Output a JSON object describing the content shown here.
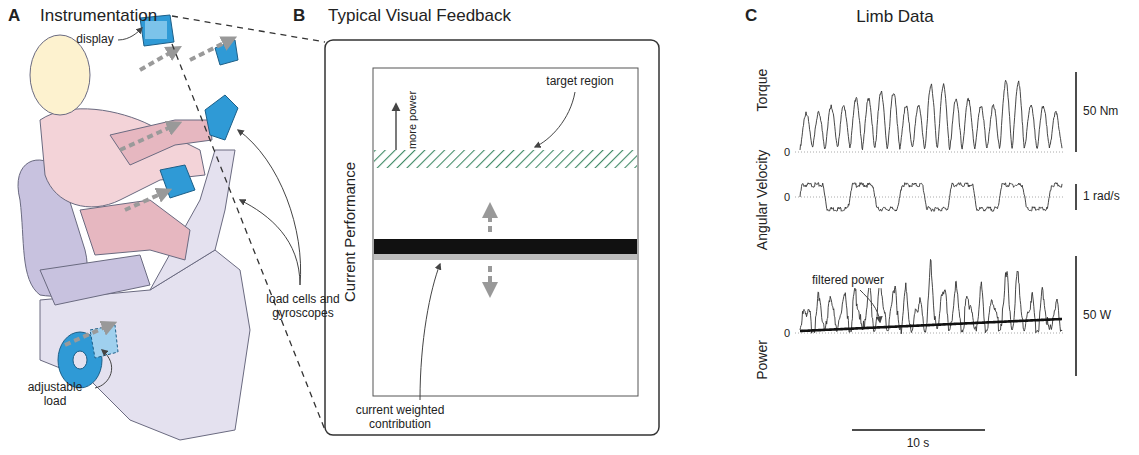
{
  "diagram": {
    "labels": [
      "A",
      "Instrumentation",
      "B",
      "Typical Visual Feedback",
      "C",
      "Limb Data",
      "display",
      "load cells and gyroscopes",
      "adjustable load",
      "Current Performance",
      "more power",
      "target region",
      "current weighted contribution",
      "Torque",
      "0",
      "50 Nm",
      "Angular Velocity",
      "0",
      "1 rad/s",
      "Power",
      "0",
      "filtered power",
      "50 W",
      "10 s"
    ]
  }
}
